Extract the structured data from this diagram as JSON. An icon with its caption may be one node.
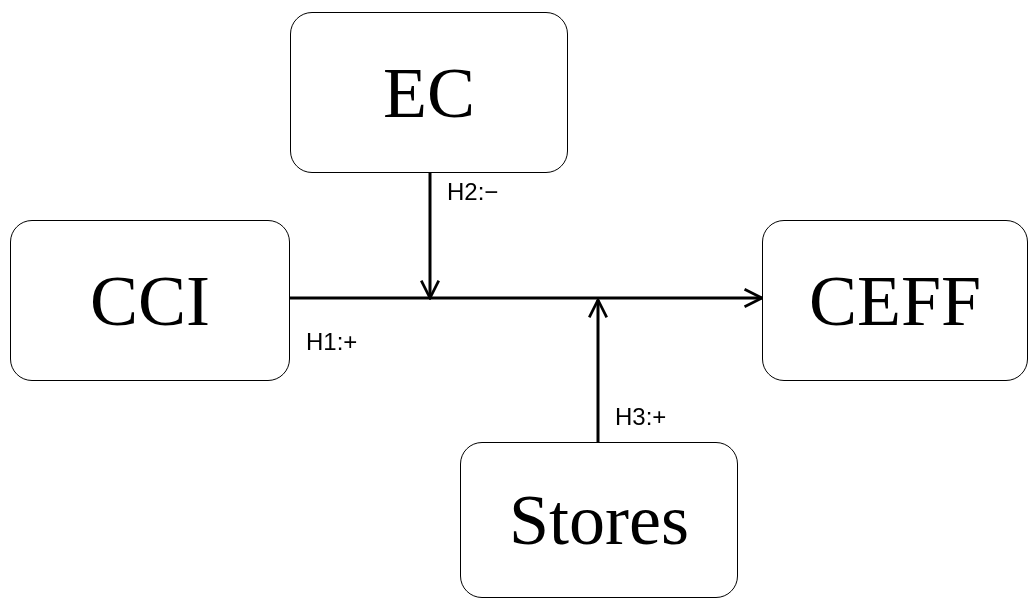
{
  "diagram": {
    "nodes": [
      {
        "text": [
          "EC"
        ]
      },
      {
        "text": [
          "CCI"
        ]
      },
      {
        "text": [
          "CEFF"
        ]
      },
      {
        "text": [
          "Stores"
        ]
      }
    ],
    "edges": [
      {
        "from": 1,
        "to": 2,
        "arrow": "to",
        "label": "H1:+"
      },
      {
        "from": 0,
        "to": null,
        "arrow": "to",
        "label": "H2:−"
      },
      {
        "from": 3,
        "to": null,
        "arrow": "to",
        "label": "H3:+"
      }
    ]
  }
}
